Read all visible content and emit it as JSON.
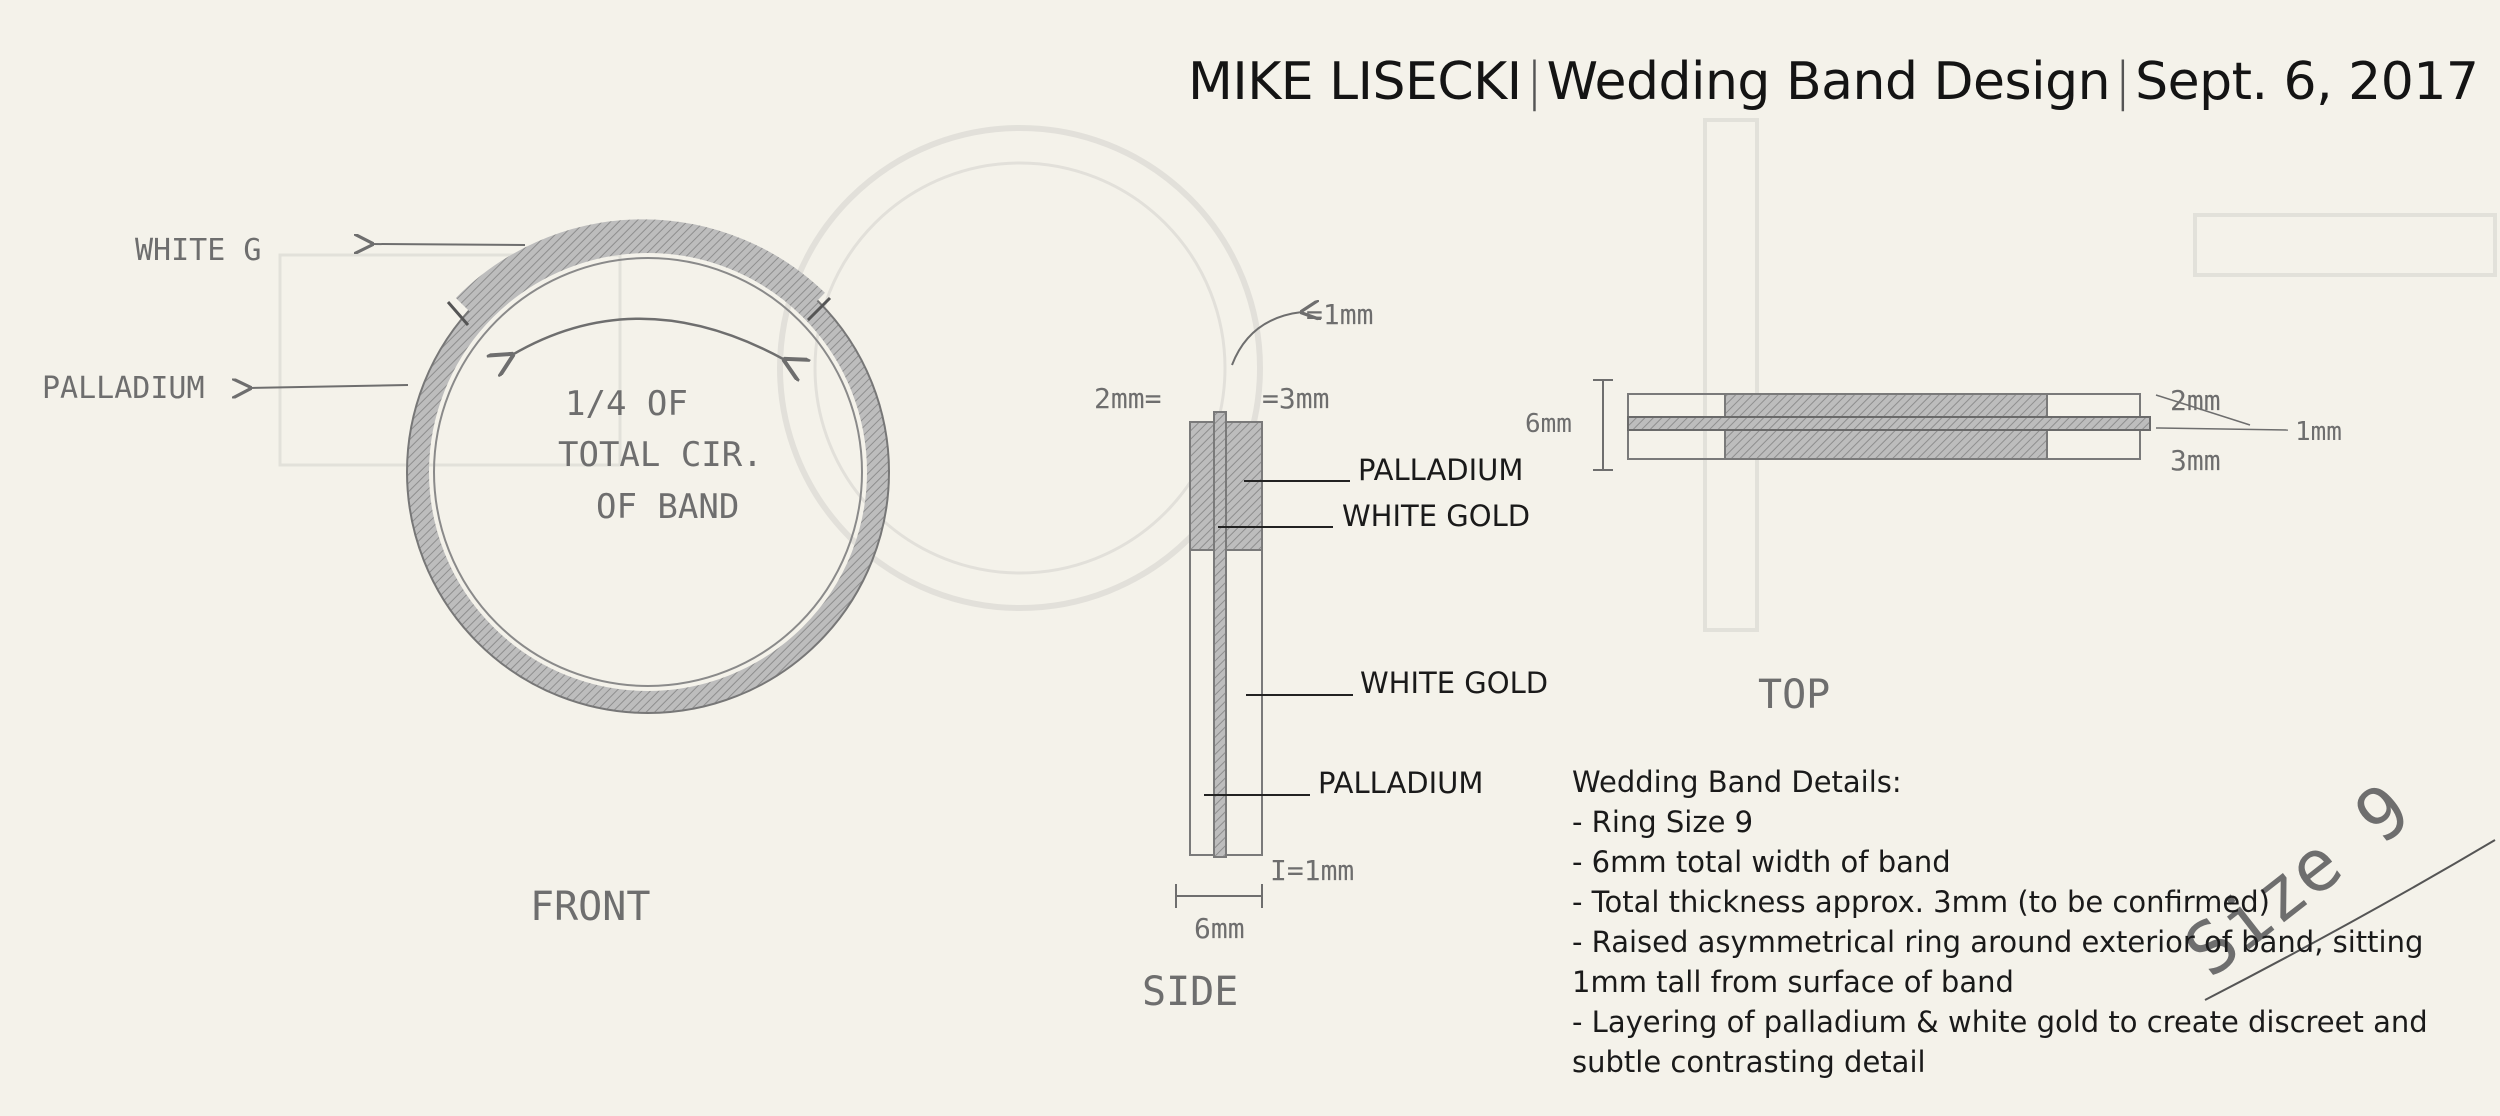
{
  "header": {
    "name": "MIKE LISECKI",
    "project": "Wedding Band Design",
    "date": "Sept. 6, 2017"
  },
  "front_view": {
    "view_label": "FRONT",
    "label_white_gold": "WHITE G",
    "label_palladium": "PALLADIUM",
    "arc_note_line1": "1/4 OF",
    "arc_note_line2": "TOTAL CIR.",
    "arc_note_line3": "OF BAND"
  },
  "side_view": {
    "view_label": "SIDE",
    "dim_top": "=1mm",
    "dim_left": "2mm=",
    "dim_right": "=3mm",
    "dim_bottom": "I=1mm",
    "dim_width": "6mm",
    "label_1": "PALLADIUM",
    "label_2": "WHITE GOLD",
    "label_3": "WHITE GOLD",
    "label_4": "PALLADIUM"
  },
  "top_view": {
    "view_label": "TOP",
    "dim_left": "6mm",
    "dim_r1": "2mm",
    "dim_r2": "1mm",
    "dim_r3": "3mm"
  },
  "details": {
    "heading": "Wedding Band Details:",
    "items": [
      "- Ring Size 9",
      "- 6mm total width of band",
      "- Total thickness approx. 3mm (to be confirmed)",
      "- Raised asymmetrical ring around exterior of band, sitting 1mm tall from surface of band",
      "- Layering of palladium & white gold to create discreet and subtle contrasting detail"
    ]
  },
  "signature": {
    "text": "Size 9"
  },
  "colors": {
    "paper": "#f4f2ea",
    "pencil": "#6e6e6e",
    "ink": "#141414"
  }
}
